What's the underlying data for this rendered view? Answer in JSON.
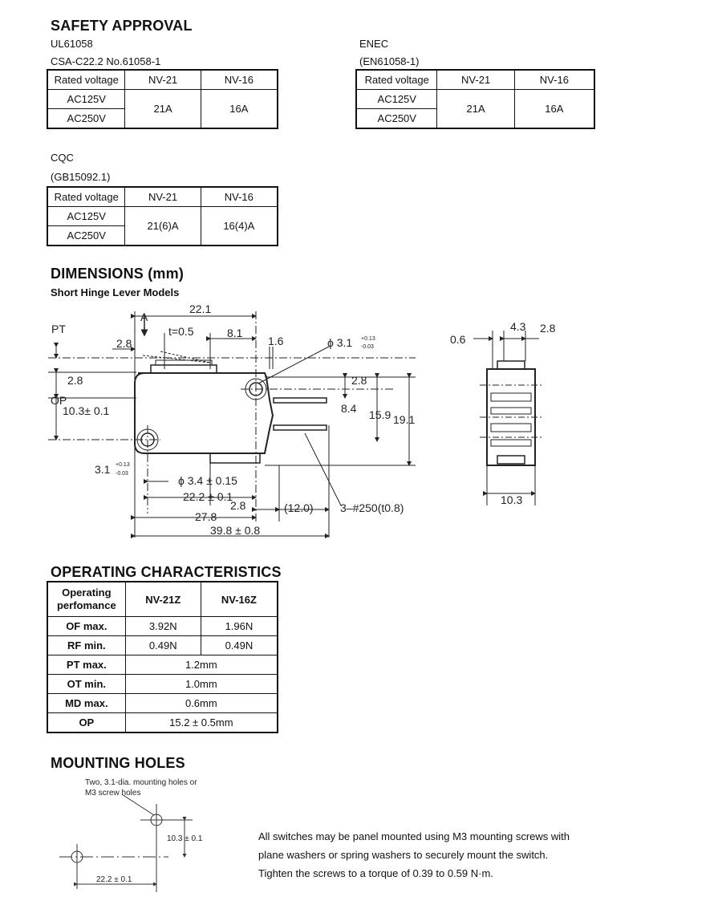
{
  "safety": {
    "title": "SAFETY APPROVAL",
    "ul": {
      "line1": "UL61058",
      "line2": "CSA-C22.2 No.61058-1",
      "headers": [
        "Rated voltage",
        "NV-21",
        "NV-16"
      ],
      "rows": [
        "AC125V",
        "AC250V"
      ],
      "values": [
        "21A",
        "16A"
      ]
    },
    "enec": {
      "line1": "ENEC",
      "line2": "(EN61058-1)",
      "headers": [
        "Rated voltage",
        "NV-21",
        "NV-16"
      ],
      "rows": [
        "AC125V",
        "AC250V"
      ],
      "values": [
        "21A",
        "16A"
      ]
    },
    "cqc": {
      "line1": "CQC",
      "line2": "(GB15092.1)",
      "headers": [
        "Rated voltage",
        "NV-21",
        "NV-16"
      ],
      "rows": [
        "AC125V",
        "AC250V"
      ],
      "values": [
        "21(6)A",
        "16(4)A"
      ]
    }
  },
  "dimensions": {
    "title": "DIMENSIONS (mm)",
    "subtitle": "Short Hinge Lever Models",
    "labels": {
      "d22_1": "22.1",
      "A": "A",
      "PT": "PT",
      "t05": "t=0.5",
      "d8_1": "8.1",
      "d1_6": "1.6",
      "phi31": "ϕ 3.1",
      "phi31_tol_top": "+0.13",
      "phi31_tol_bot": "-0.03",
      "d2_8a": "2.8",
      "d2_8b": "2.8",
      "d2_8c": "2.8",
      "OP": "OP",
      "d10_3tol": "10.3± 0.1",
      "d8_4": "8.4",
      "d15_9": "15.9",
      "d19_1": "19.1",
      "d3_1": "3.1",
      "d3_1_tol_top": "+0.13",
      "d3_1_tol_bot": "-0.03",
      "phi34": "ϕ 3.4 ± 0.15",
      "d22_2": "22.2 ± 0.1",
      "d2_8d": "2.8",
      "d12": "(12.0)",
      "terminal": "3–#250(t0.8)",
      "d27_8": "27.8",
      "d39_8": "39.8 ± 0.8",
      "side_0_6": "0.6",
      "side_4_3": "4.3",
      "side_2_8": "2.8",
      "side_10_3": "10.3"
    }
  },
  "operating": {
    "title": "OPERATING CHARACTERISTICS",
    "header": [
      "Operating\nperfomance",
      "NV-21Z",
      "NV-16Z"
    ],
    "rows": [
      {
        "label": "OF max.",
        "a": "3.92N",
        "b": "1.96N"
      },
      {
        "label": "RF min.",
        "a": "0.49N",
        "b": "0.49N"
      },
      {
        "label": "PT max.",
        "v": "1.2mm"
      },
      {
        "label": "OT min.",
        "v": "1.0mm"
      },
      {
        "label": "MD max.",
        "v": "0.6mm"
      },
      {
        "label": "OP",
        "v": "15.2 ± 0.5mm"
      }
    ]
  },
  "mounting": {
    "title": "MOUNTING HOLES",
    "hole_note_1": "Two, 3.1-dia. mounting holes or",
    "hole_note_2": "M3 screw holes",
    "dim_v": "10.3 ± 0.1",
    "dim_h": "22.2 ± 0.1",
    "text": [
      "All switches may be panel mounted using M3 mounting screws with",
      "plane washers or spring washers to securely mount the switch.",
      "Tighten the screws to a torque of 0.39 to 0.59 N·m."
    ]
  }
}
